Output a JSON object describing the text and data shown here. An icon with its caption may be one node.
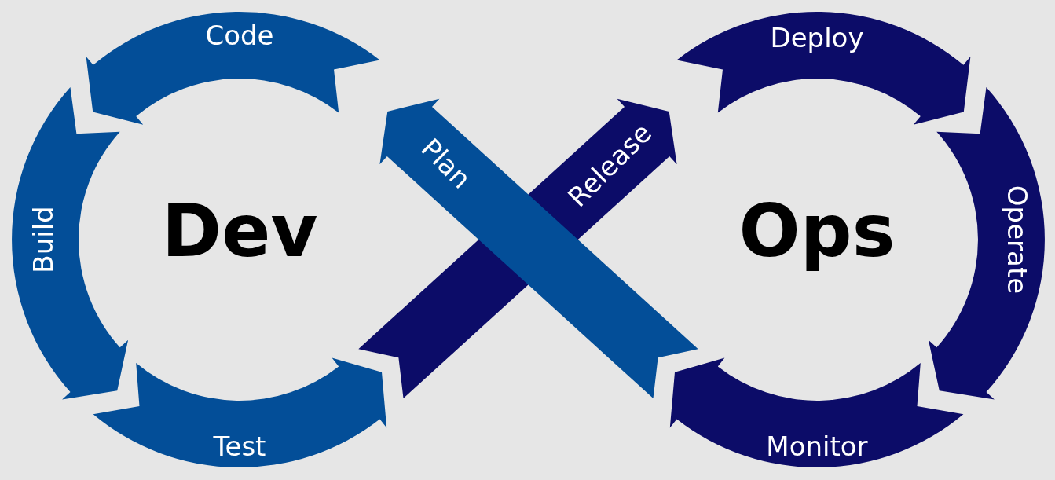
{
  "diagram": {
    "nodes": [
      {
        "text": [
          "Code"
        ]
      },
      {
        "text": [
          "Deploy"
        ]
      },
      {
        "text": [
          "Plan"
        ]
      },
      {
        "text": [
          "Release"
        ]
      },
      {
        "text": [
          "Build"
        ]
      },
      {
        "text": [
          "Operate"
        ]
      },
      {
        "text": [
          "Test"
        ]
      },
      {
        "text": [
          "Monitor"
        ]
      }
    ],
    "labels": [
      "Dev",
      "Ops"
    ]
  }
}
